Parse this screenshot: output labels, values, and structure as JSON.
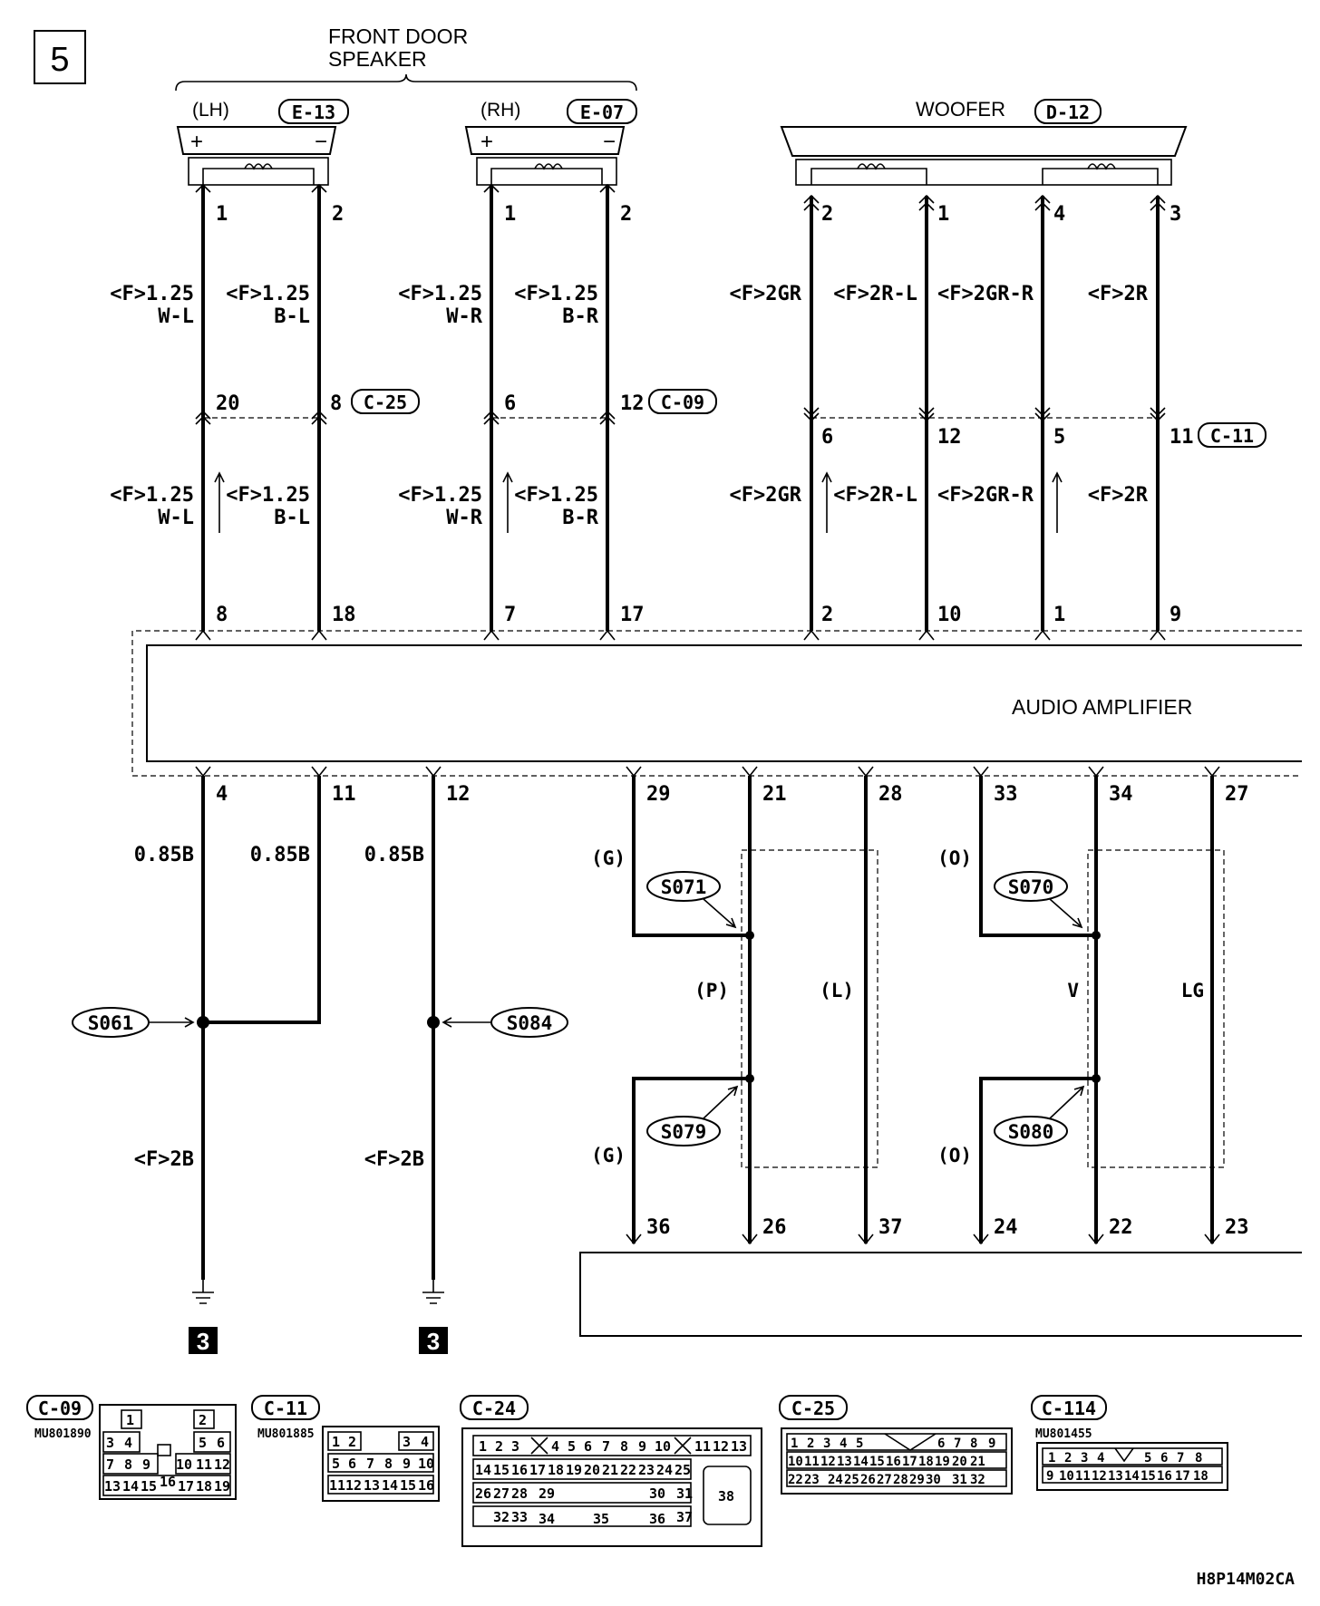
{
  "page_number": "5",
  "front_door_speaker": {
    "title_line1": "FRONT DOOR",
    "title_line2": "SPEAKER"
  },
  "lh": {
    "label": "(LH)",
    "connector": "E-13",
    "plus": "+",
    "minus": "−",
    "pin_a": "1",
    "pin_b": "2"
  },
  "rh": {
    "label": "(RH)",
    "connector": "E-07",
    "plus": "+",
    "minus": "−",
    "pin_a": "1",
    "pin_b": "2"
  },
  "woofer": {
    "label": "WOOFER",
    "connector": "D-12",
    "pins": [
      "2",
      "1",
      "4",
      "3"
    ]
  },
  "upper_wires": {
    "lh1": [
      "<F>1.25",
      "W-L"
    ],
    "lh2": [
      "<F>1.25",
      "B-L"
    ],
    "rh1": [
      "<F>1.25",
      "W-R"
    ],
    "rh2": [
      "<F>1.25",
      "B-R"
    ],
    "wf1": "<F>2GR",
    "wf2": "<F>2R-L",
    "wf3": "<F>2GR-R",
    "wf4": "<F>2R"
  },
  "junction_pins": {
    "lh1": "20",
    "lh2": "8",
    "rh1": "6",
    "rh2": "12",
    "wf1": "6",
    "wf2": "12",
    "wf3": "5",
    "wf4": "11"
  },
  "junction_connectors": {
    "left": "C-25",
    "mid": "C-09",
    "right": "C-11"
  },
  "lower_wires": {
    "lh1": [
      "<F>1.25",
      "W-L"
    ],
    "lh2": [
      "<F>1.25",
      "B-L"
    ],
    "rh1": [
      "<F>1.25",
      "W-R"
    ],
    "rh2": [
      "<F>1.25",
      "B-R"
    ],
    "wf1": "<F>2GR",
    "wf2": "<F>2R-L",
    "wf3": "<F>2GR-R",
    "wf4": "<F>2R"
  },
  "amp_top_pins": [
    "8",
    "18",
    "7",
    "17",
    "2",
    "10",
    "1",
    "9"
  ],
  "amplifier_label": "AUDIO AMPLIFIER",
  "amp_bottom_pins": [
    "4",
    "11",
    "12",
    "29",
    "21",
    "28",
    "33",
    "34",
    "27"
  ],
  "ground_wires": {
    "w1": "0.85B",
    "w2": "0.85B",
    "w3": "0.85B",
    "f1": "<F>2B",
    "f2": "<F>2B"
  },
  "splices": {
    "s061": "S061",
    "s084": "S084",
    "s071": "S071",
    "s079": "S079",
    "s070": "S070",
    "s080": "S080"
  },
  "signal_colors": {
    "g1": "(G)",
    "g2": "(G)",
    "p": "(P)",
    "l": "(L)",
    "o1": "(O)",
    "o2": "(O)",
    "v": "V",
    "lg": "LG"
  },
  "ground_ref": "3",
  "lower_pins": [
    "36",
    "26",
    "37",
    "24",
    "22",
    "23"
  ],
  "connector_views": {
    "c09": {
      "name": "C-09",
      "part": "MU801890"
    },
    "c11": {
      "name": "C-11",
      "part": "MU801885"
    },
    "c24": {
      "name": "C-24"
    },
    "c25": {
      "name": "C-25"
    },
    "c114": {
      "name": "C-114",
      "part": "MU801455"
    }
  },
  "figure_code": "H8P14M02CA"
}
